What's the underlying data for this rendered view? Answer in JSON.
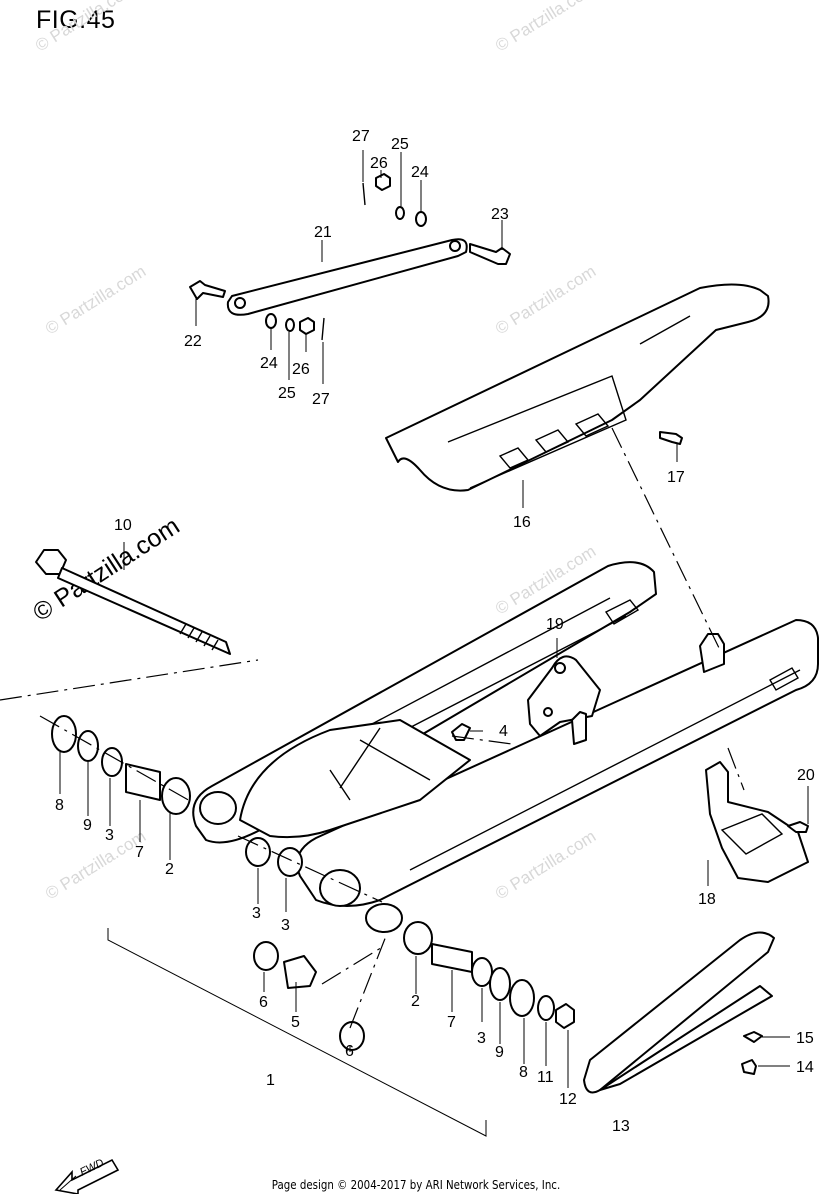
{
  "figure": {
    "title": "FIG.45"
  },
  "watermark": {
    "text": "© Partzilla.com"
  },
  "footer": {
    "text": "Page design © 2004-2017 by ARI Network Services, Inc."
  },
  "direction_badge": {
    "text": "FWD",
    "icon": "forward-arrow-icon"
  },
  "callouts": [
    {
      "id": "c27a",
      "label": "27"
    },
    {
      "id": "c26a",
      "label": "26"
    },
    {
      "id": "c25a",
      "label": "25"
    },
    {
      "id": "c24a",
      "label": "24"
    },
    {
      "id": "c23",
      "label": "23"
    },
    {
      "id": "c21",
      "label": "21"
    },
    {
      "id": "c22",
      "label": "22"
    },
    {
      "id": "c24b",
      "label": "24"
    },
    {
      "id": "c26b",
      "label": "26"
    },
    {
      "id": "c25b",
      "label": "25"
    },
    {
      "id": "c27b",
      "label": "27"
    },
    {
      "id": "c17",
      "label": "17"
    },
    {
      "id": "c16",
      "label": "16"
    },
    {
      "id": "c10",
      "label": "10"
    },
    {
      "id": "c19",
      "label": "19"
    },
    {
      "id": "c4",
      "label": "4"
    },
    {
      "id": "c20",
      "label": "20"
    },
    {
      "id": "c8a",
      "label": "8"
    },
    {
      "id": "c9a",
      "label": "9"
    },
    {
      "id": "c3a",
      "label": "3"
    },
    {
      "id": "c7a",
      "label": "7"
    },
    {
      "id": "c2a",
      "label": "2"
    },
    {
      "id": "c3b",
      "label": "3"
    },
    {
      "id": "c3c",
      "label": "3"
    },
    {
      "id": "c18",
      "label": "18"
    },
    {
      "id": "c6a",
      "label": "6"
    },
    {
      "id": "c5",
      "label": "5"
    },
    {
      "id": "c6b",
      "label": "6"
    },
    {
      "id": "c2b",
      "label": "2"
    },
    {
      "id": "c7b",
      "label": "7"
    },
    {
      "id": "c3d",
      "label": "3"
    },
    {
      "id": "c9b",
      "label": "9"
    },
    {
      "id": "c8b",
      "label": "8"
    },
    {
      "id": "c11",
      "label": "11"
    },
    {
      "id": "c12",
      "label": "12"
    },
    {
      "id": "c15",
      "label": "15"
    },
    {
      "id": "c14",
      "label": "14"
    },
    {
      "id": "c1",
      "label": "1"
    },
    {
      "id": "c13",
      "label": "13"
    }
  ]
}
